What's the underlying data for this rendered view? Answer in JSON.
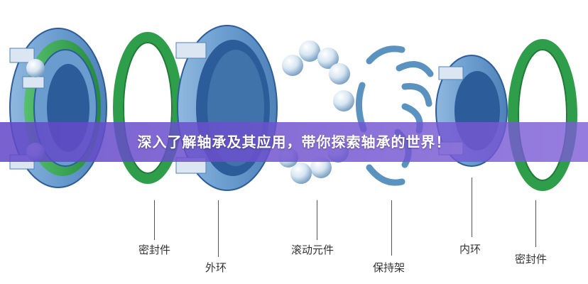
{
  "banner": {
    "title": "深入了解轴承及其应用，带你探索轴承的世界！"
  },
  "labels": {
    "seal_left": "密封件",
    "outer_ring": "外环",
    "rolling_elements": "滚动元件",
    "cage": "保持架",
    "inner_ring": "内环",
    "seal_right": "密封件"
  },
  "colors": {
    "ring_blue": "#6a9ccf",
    "ring_light": "#dbe6f2",
    "ring_dark": "#2d5c9a",
    "seal_green": "#2e9e4b",
    "ball_light": "#f2f7fb",
    "ball_dark": "#7fa3c6",
    "cage_blue": "#5a92c0",
    "banner_purple": "#6a4fc8"
  }
}
